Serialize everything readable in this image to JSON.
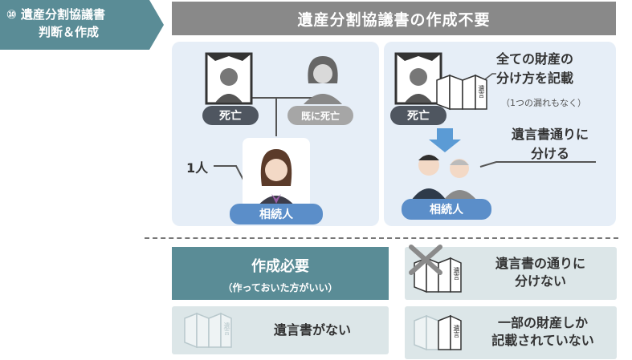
{
  "step": {
    "number": "⑩",
    "line1": "遺産分割協議書",
    "line2": "判断＆作成"
  },
  "header": {
    "title": "遺産分割協議書の作成不要"
  },
  "left_case": {
    "deceased_label": "死亡",
    "spouse_label": "既に死亡",
    "count_label": "1人",
    "heir_label": "相続人"
  },
  "right_case": {
    "deceased_label": "死亡",
    "will_text_line1": "全ての財産の",
    "will_text_line2": "分け方を記載",
    "will_note": "（1つの漏れもなく）",
    "will_glyph": "遺言",
    "division_line1": "遺言書通りに",
    "division_line2": "分ける",
    "heir_label": "相続人"
  },
  "required": {
    "title": "作成必要",
    "subtitle": "（作っておいた方がいい）"
  },
  "conditions": [
    {
      "text_line1": "遺言書がない",
      "text_line2": "",
      "glyph": "遺言"
    },
    {
      "text_line1": "遺言書の通りに",
      "text_line2": "分けない",
      "glyph": "遺言"
    },
    {
      "text_line1": "一部の財産しか",
      "text_line2": "記載されていない",
      "glyph": "遺言"
    }
  ],
  "colors": {
    "step_tag": "#5a8c96",
    "header": "#898989",
    "panel": "#e6eef7",
    "pill_dark": "#4f5660",
    "pill_blue": "#5b8ec9",
    "arrow_blue": "#5b9bd5",
    "condition_box": "#dce6e8"
  }
}
